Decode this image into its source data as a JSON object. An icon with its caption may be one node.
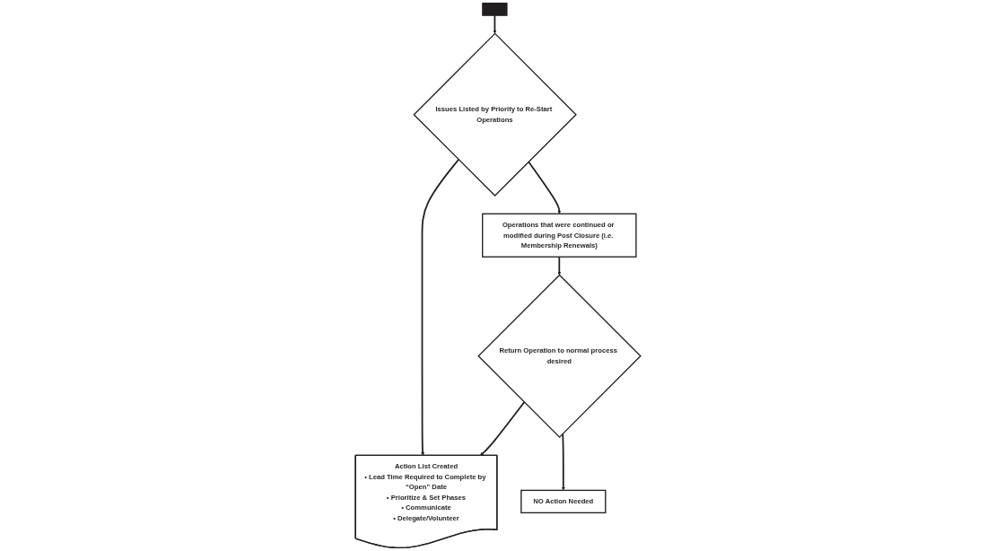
{
  "diagram": {
    "nodes": [
      {
        "text": [],
        "shape": "bar"
      },
      {
        "text": [
          "Issues Listed by Priority to Re-Start Operations"
        ]
      },
      {
        "text": [
          "Operations that were continued or modified during Post Closure (i.e. Membership Renewals)"
        ]
      },
      {
        "text": [
          "Return Operation to normal process desired"
        ]
      },
      {
        "text": [
          "Action List Created",
          "• Lead Time Required to Complete by “Open” Date",
          "• Prioritize & Set Phases",
          "• Communicate",
          "• Delegate/Volunteer"
        ]
      },
      {
        "text": [
          "NO Action Needed"
        ]
      }
    ],
    "edges": [
      {
        "from": 0,
        "to": 1,
        "arrow": "to"
      },
      {
        "from": 1,
        "to": 2,
        "arrow": "to"
      },
      {
        "from": 1,
        "to": 4,
        "arrow": "to"
      },
      {
        "from": 2,
        "to": 3,
        "arrow": "to"
      },
      {
        "from": 3,
        "to": 4,
        "arrow": "to"
      },
      {
        "from": 3,
        "to": 5,
        "arrow": "to"
      }
    ]
  }
}
